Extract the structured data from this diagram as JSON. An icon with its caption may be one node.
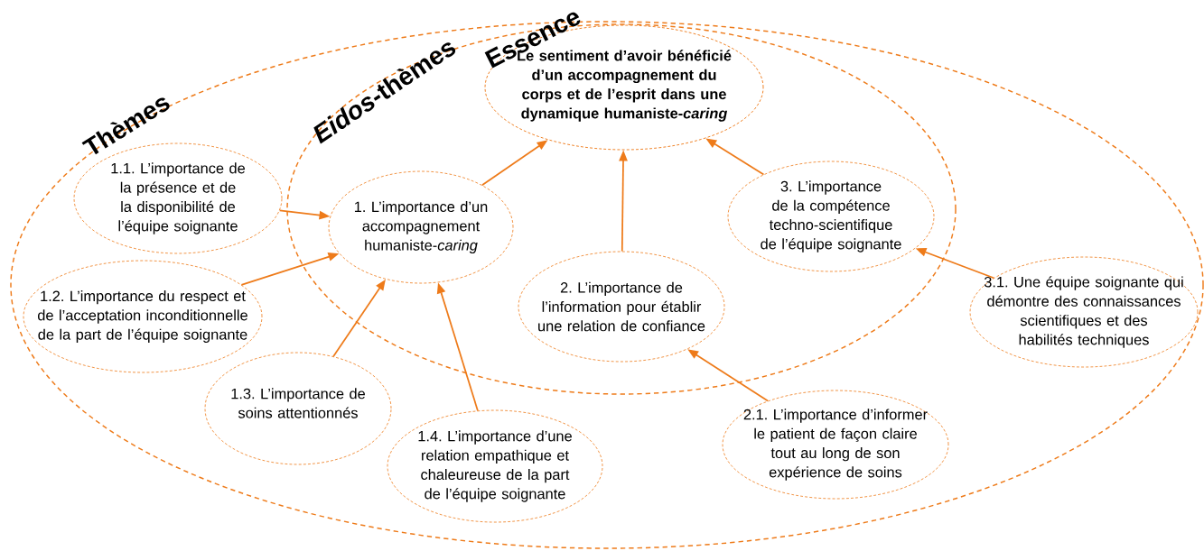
{
  "diagram": {
    "nodes": [
      {
        "text": [
          "Thèmes"
        ]
      },
      {
        "text": [
          "*Eidos*-thèmes"
        ],
        "in": 0
      },
      {
        "text": [
          "Essence",
          "Le sentiment d’avoir bénéficié d’un accompagnement du corps et de l’esprit dans une dynamique humaniste-*caring*"
        ],
        "in": 1
      },
      {
        "text": [
          "1. L’importance d’un accompagnement humaniste-*caring*"
        ],
        "in": 1
      },
      {
        "text": [
          "2. L’importance de l’information pour établir une relation de confiance"
        ],
        "in": 1
      },
      {
        "text": [
          "3. L’importance de la compétence techno-scientifique de l’équipe soignante"
        ],
        "in": 1
      },
      {
        "text": [
          "1.1. L’importance de la présence et de la disponibilité de l’équipe soignante"
        ],
        "in": 0
      },
      {
        "text": [
          "1.2. L’importance du respect et de l’acceptation inconditionnelle de la part de l’équipe soignante"
        ],
        "in": 0
      },
      {
        "text": [
          "1.3. L’importance de soins attentionnés"
        ],
        "in": 0
      },
      {
        "text": [
          "1.4. L’importance d’une relation empathique et chaleureuse de la part de l’équipe soignante"
        ],
        "in": 0
      },
      {
        "text": [
          "2.1. L’importance d’informer le patient de façon claire tout au long de son expérience de soins"
        ],
        "in": 0
      },
      {
        "text": [
          "3.1. Une équipe soignante qui démontre des connaissances scientifiques et des habilités techniques"
        ],
        "in": 0
      }
    ],
    "edges": [
      {
        "from": 6,
        "to": 3,
        "arrow": "to"
      },
      {
        "from": 7,
        "to": 3,
        "arrow": "to"
      },
      {
        "from": 8,
        "to": 3,
        "arrow": "to"
      },
      {
        "from": 9,
        "to": 3,
        "arrow": "to"
      },
      {
        "from": 3,
        "to": 2,
        "arrow": "to"
      },
      {
        "from": 4,
        "to": 2,
        "arrow": "to"
      },
      {
        "from": 5,
        "to": 2,
        "arrow": "to"
      },
      {
        "from": 10,
        "to": 4,
        "arrow": "to"
      },
      {
        "from": 11,
        "to": 5,
        "arrow": "to"
      }
    ]
  }
}
